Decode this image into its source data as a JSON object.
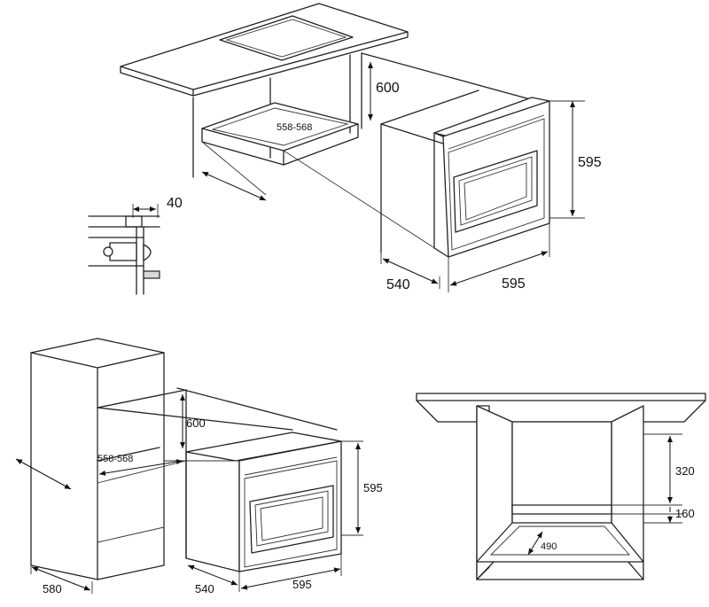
{
  "labels": {
    "top_height": "600",
    "top_inner": "558-568",
    "top_oven_h": "595",
    "top_depth": "540",
    "top_width": "595",
    "detail_gap": "40",
    "left_height": "600",
    "left_inner": "558-568",
    "left_oven_h": "595",
    "left_cab_depth": "580",
    "left_depth": "540",
    "left_width": "595",
    "right_upper": "320",
    "right_lower": "160",
    "right_depth": "490"
  }
}
